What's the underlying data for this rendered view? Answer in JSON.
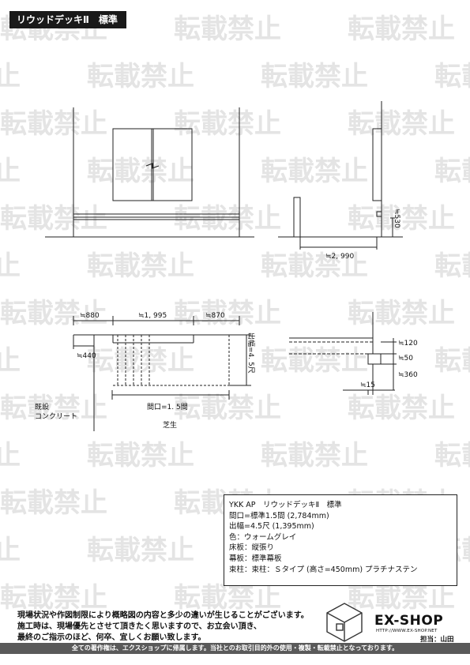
{
  "title": "リウッドデッキⅡ　標準",
  "watermark": "転載禁止",
  "elevation": {
    "height_label": "≒530",
    "depth_label": "≒2, 990"
  },
  "plan": {
    "left_ext": "≒880",
    "width": "≒1, 995",
    "right_ext": "≒870",
    "left_offset": "≒440",
    "depth": "出幅=4. 5尺",
    "opening": "間口=1. 5間",
    "existing1": "既設",
    "existing2": "コンクリート",
    "lawn": "芝生"
  },
  "section": {
    "d1": "≒120",
    "d2": "≒50",
    "d3": "≒360",
    "d4": "≒15"
  },
  "spec": {
    "lines": [
      "YKK AP　リウッドデッキⅡ　標準",
      "間口=標準1.5間 (2,784mm)",
      "出幅=4.5尺 (1,395mm)",
      "色：ウォームグレイ",
      "床板：縦張り",
      "幕板：標準幕板",
      "束柱：束柱：Ｓタイプ (高さ=450mm) プラチナステン"
    ]
  },
  "notice": {
    "lines": [
      "現場状況や作図制限により概略図の内容と多少の違いが生じることがございます。",
      "施工時は、現場優先とさせて頂きたく思いますので、お立会い頂き、",
      "最終のご指示のほど、何卒、宜しくお願い致します。"
    ]
  },
  "logo": {
    "name": "EX-SHOP",
    "url": "HTTP://WWW.EX-SHOP.NET",
    "person": "担当：山田"
  },
  "footer": "全ての著作権は、エクスショップに帰属します。当社とのお取引目的外の使用・複製・転載禁止となっております。"
}
